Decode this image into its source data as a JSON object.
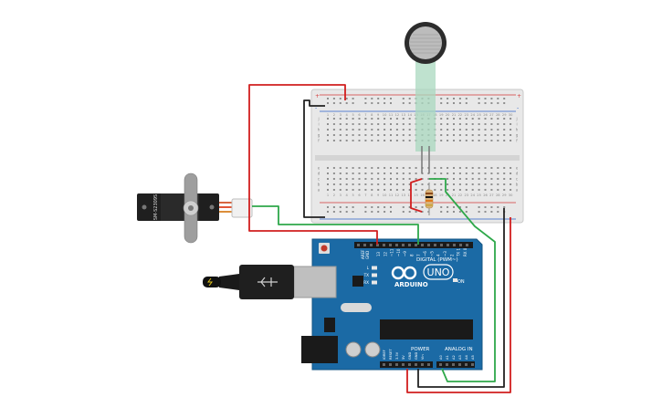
{
  "colors": {
    "wire_red": "#d11f1f",
    "wire_black": "#222222",
    "wire_green": "#2ea84a",
    "board_blue": "#1b6aa5",
    "breadboard": "#e6e6e6",
    "rail_red": "#d33a3a",
    "rail_blue": "#2b60c8"
  },
  "servo": {
    "model_label": "SM-S2309S"
  },
  "breadboard": {
    "column_numbers": [
      "1",
      "2",
      "3",
      "4",
      "5",
      "6",
      "7",
      "8",
      "9",
      "10",
      "11",
      "12",
      "13",
      "14",
      "15",
      "16",
      "17",
      "18",
      "19",
      "20",
      "21",
      "22",
      "23",
      "24",
      "25",
      "26",
      "27",
      "28",
      "29",
      "30"
    ],
    "top_row_letters": [
      "j",
      "i",
      "h",
      "g",
      "f"
    ],
    "bottom_row_letters": [
      "e",
      "d",
      "c",
      "b",
      "a"
    ],
    "rail_plus": "+",
    "rail_minus": "-"
  },
  "arduino": {
    "brand": "ARDUINO",
    "model": "UNO",
    "digital_label": "DIGITAL (PWM~)",
    "power_label": "POWER",
    "analog_label": "ANALOG IN",
    "on_label": "ON",
    "led_labels": [
      "L",
      "TX",
      "RX"
    ],
    "aref_label": "AREF",
    "gnd_label": "GND",
    "digital_pins": [
      "13",
      "12",
      "~11",
      "~10",
      "~9",
      "8",
      "7",
      "~6",
      "~5",
      "4",
      "~3",
      "2",
      "TX 1",
      "RX 0"
    ],
    "power_pins": [
      "IOREF",
      "RESET",
      "3.3V",
      "5V",
      "GND",
      "GND",
      "Vin"
    ],
    "analog_pins": [
      "A0",
      "A1",
      "A2",
      "A3",
      "A4",
      "A5"
    ]
  }
}
